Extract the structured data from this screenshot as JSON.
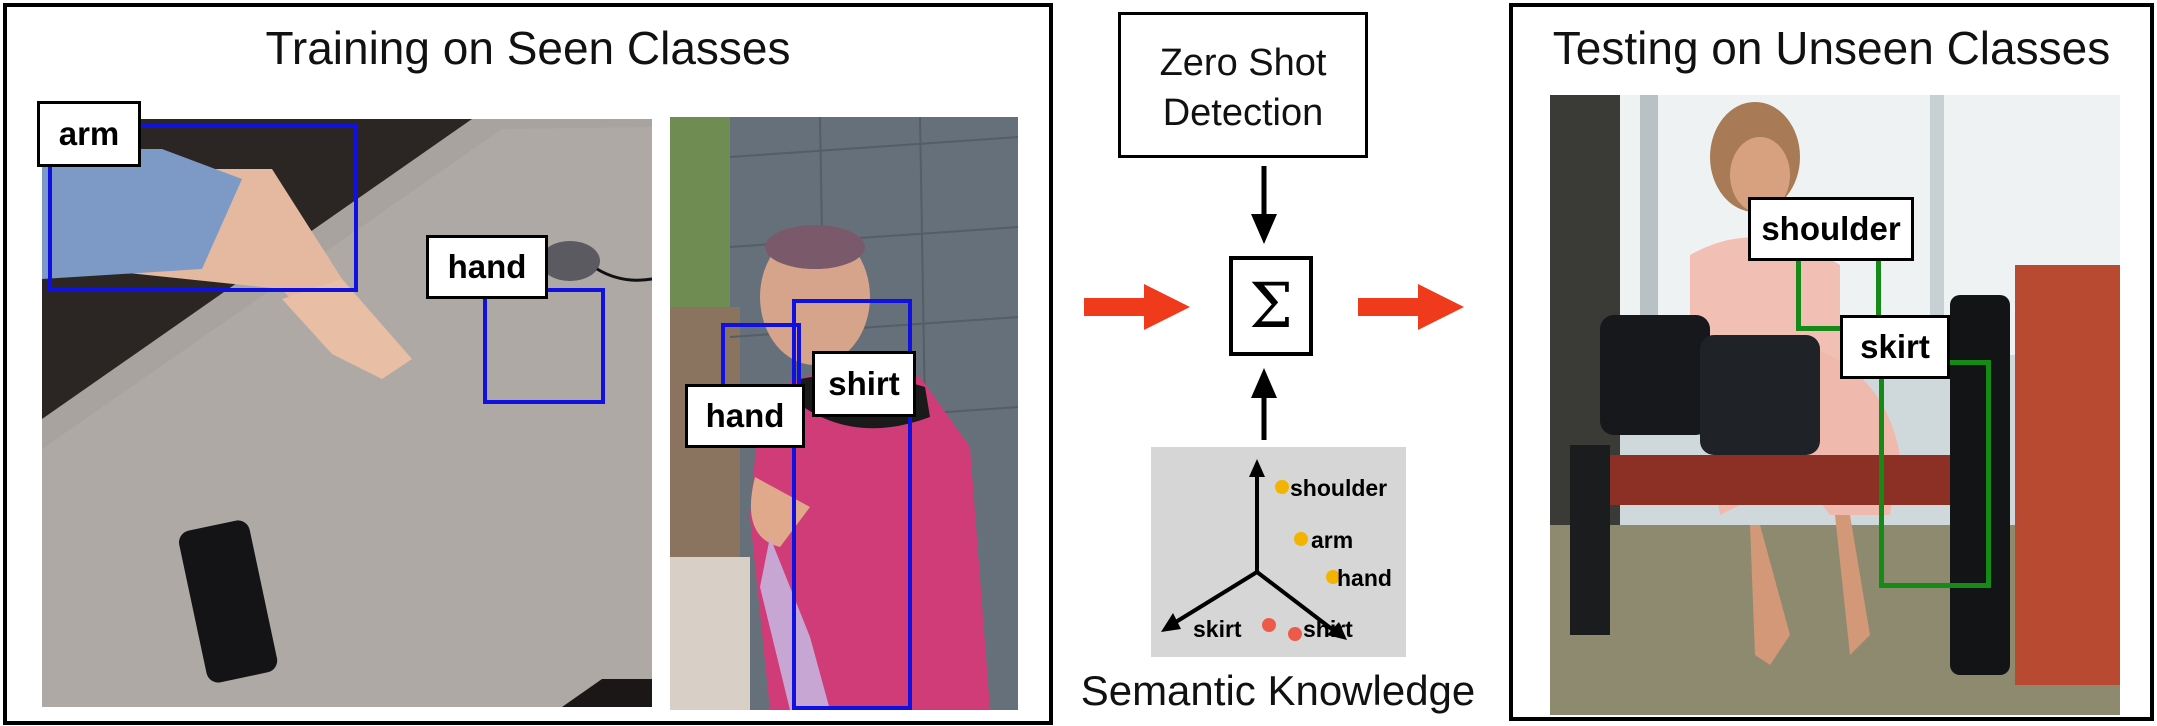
{
  "left_panel": {
    "title": "Training on Seen Classes",
    "image1_labels": {
      "arm": "arm",
      "hand": "hand"
    },
    "image2_labels": {
      "hand": "hand",
      "shirt": "shirt"
    }
  },
  "center": {
    "zsd_box": {
      "line1": "Zero Shot",
      "line2": "Detection"
    },
    "sum_symbol": "Σ",
    "semantic_caption": "Semantic Knowledge",
    "embedding_points": [
      {
        "label": "shoulder",
        "color": "#f2b400"
      },
      {
        "label": "arm",
        "color": "#f2b400"
      },
      {
        "label": "hand",
        "color": "#f2b400"
      },
      {
        "label": "skirt",
        "color": "#ee5a4a"
      },
      {
        "label": "shirt",
        "color": "#ee5a4a"
      }
    ]
  },
  "right_panel": {
    "title": "Testing on Unseen Classes",
    "labels": {
      "shoulder": "shoulder",
      "skirt": "skirt"
    }
  },
  "colors": {
    "seen_box": "#1010e0",
    "unseen_box": "#168a16",
    "arrow": "#f03a1c"
  }
}
